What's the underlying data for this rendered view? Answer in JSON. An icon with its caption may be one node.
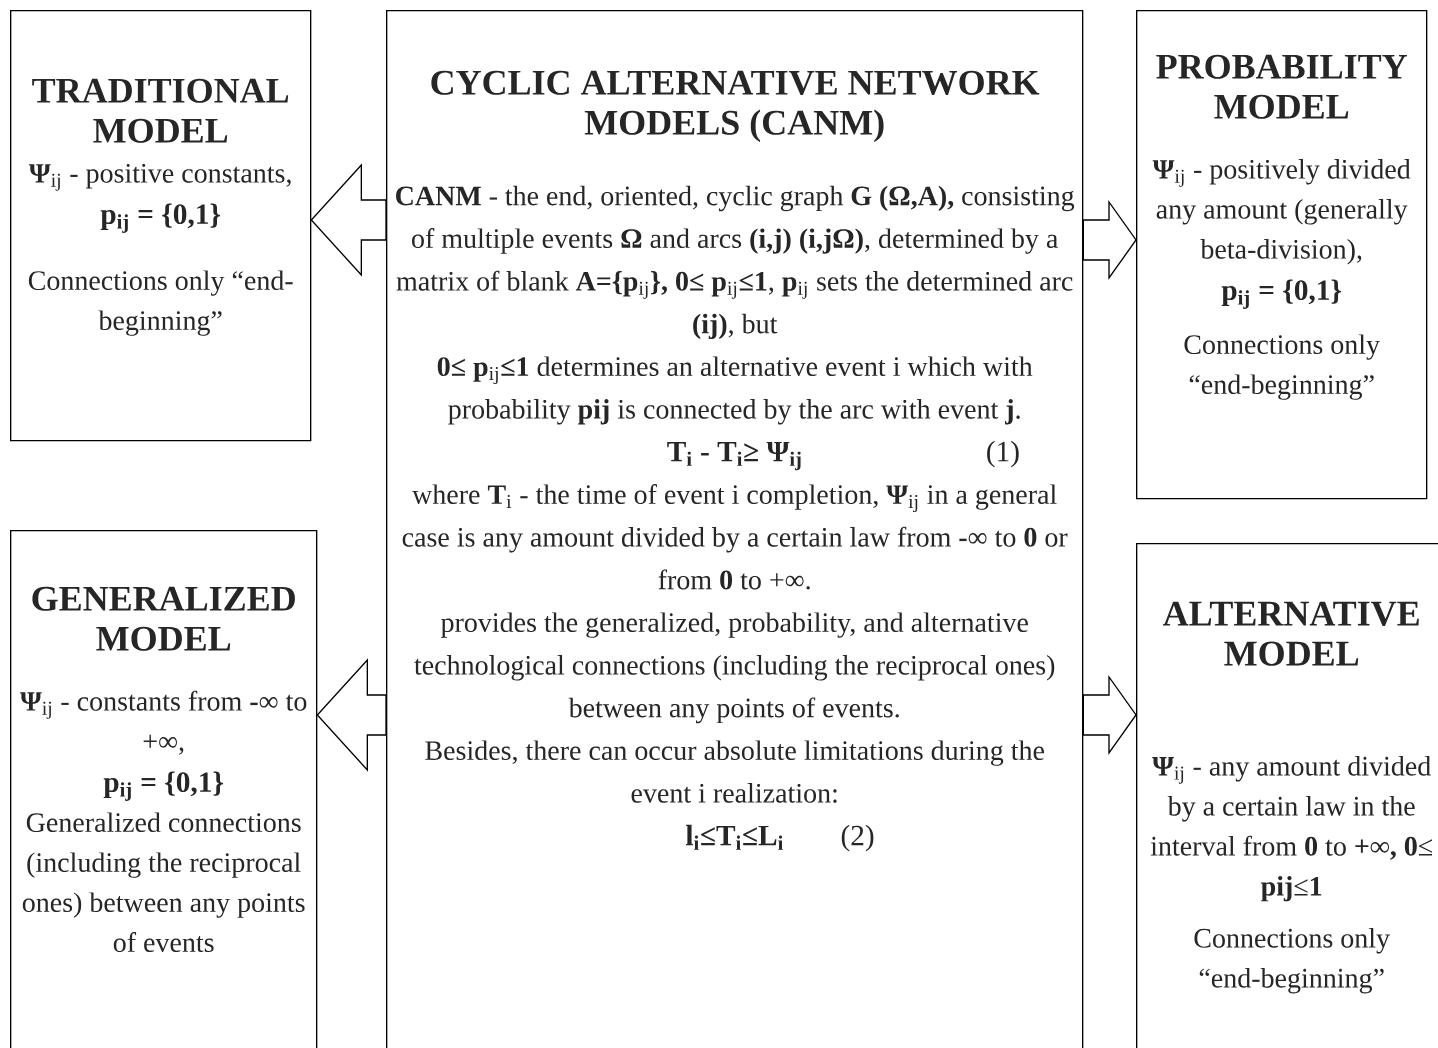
{
  "diagram": {
    "nodes": [
      {
        "text": [
          "CYCLIC ALTERNATIVE NETWORK MODELS (CANM)",
          "**CANM** - the end, oriented, cyclic graph **G (Ω,A),** consisting of multiple events **Ω** and arcs **(i,j) (i,jΩ)**, determined by a matrix of blank **A={p**$_{ij}$**}, 0≤ p**$_{ij}$**≤1**, **p**$_{ij}$ sets the determined arc **(ij)**, but",
          "**0≤ p**$_{ij}$**≤1** determines an alternative event i which with probability **pij** is connected by the arc with event **j**.",
          "T$_{i}$ - T$_{i}$≥ Ψ$_{ij}$",
          "(1)",
          "where **T**$_{i}$ - the time of event i completion, **Ψ**$_{ij}$ in a general case is any amount divided by a certain law from **-**∞ to **0** or from **0** to +∞.",
          "provides the generalized, probability, and alternative technological connections (including the reciprocal ones) between any points of events.",
          "Besides, there can occur absolute limitations during the event i realization:",
          "l$_{i}$≤T$_{i}$≤L$_{i}$",
          "(2)"
        ]
      },
      {
        "text": [
          "TRADITIONAL MODEL",
          "**Ψ**$_{ij}$ - positive constants,",
          "p$_{ij}$ = {0,1}",
          "Connections only “end- beginning”"
        ]
      },
      {
        "text": [
          "PROBABILITY MODEL",
          "**Ψ**$_{ij}$ - positively divided any amount (generally beta-division),",
          "p$_{ij}$ = {0,1}",
          "Connections only “end-beginning”"
        ]
      },
      {
        "text": [
          "GENERALIZED MODEL",
          "**Ψ**$_{ij}$ - constants from **-**∞ to +∞,",
          "p$_{ij}$ = {0,1}",
          "Generalized connections (including the reciprocal ones) between any points of events"
        ]
      },
      {
        "text": [
          "ALTERNATIVE MODEL",
          "**Ψ**$_{ij}$ - any amount divided by a certain law in the interval from **0** to **+∞, 0**≤ **pij**≤**1**",
          "Connections only “end-beginning”"
        ]
      }
    ],
    "edges": [
      {
        "from": 0,
        "to": 1,
        "arrow": "to"
      },
      {
        "from": 0,
        "to": 2,
        "arrow": "to"
      },
      {
        "from": 0,
        "to": 3,
        "arrow": "to"
      },
      {
        "from": 0,
        "to": 4,
        "arrow": "to"
      }
    ]
  }
}
